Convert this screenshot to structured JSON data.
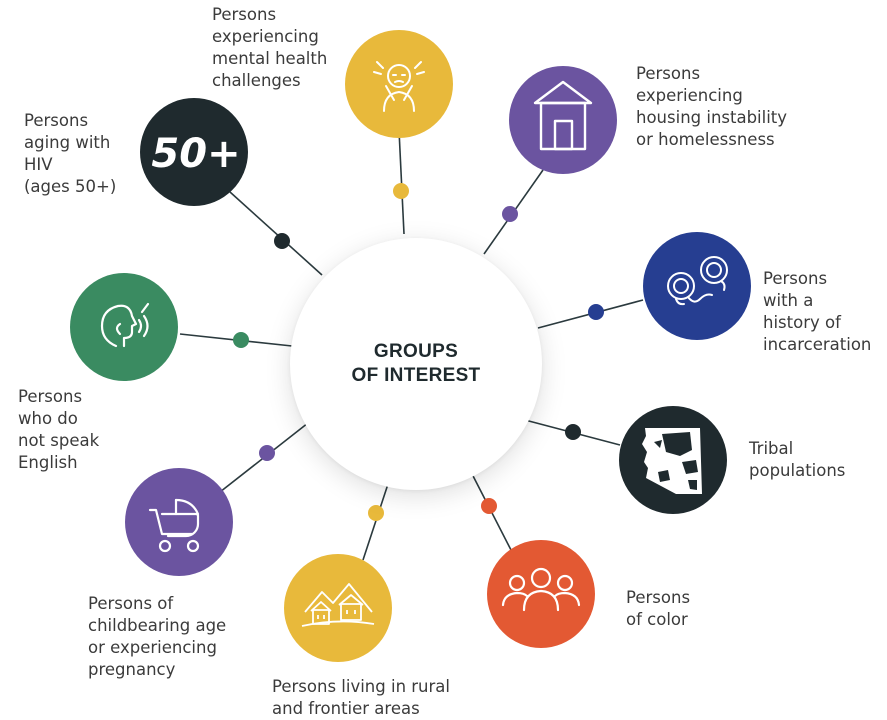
{
  "hub": {
    "lines": [
      "GROUPS",
      "OF INTEREST"
    ]
  },
  "groups": [
    {
      "id": "aging",
      "lines": [
        "Persons",
        "aging with",
        "HIV",
        "(ages 50+)"
      ],
      "icon": "50-plus-icon",
      "icon_text": "50+",
      "color": "#1f2a2e"
    },
    {
      "id": "mental",
      "lines": [
        "Persons",
        "experiencing",
        "mental health",
        "challenges"
      ],
      "icon": "stressed-person-icon",
      "color": "#e8b93b"
    },
    {
      "id": "housing",
      "lines": [
        "Persons",
        "experiencing",
        "housing instability",
        "or homelessness"
      ],
      "icon": "house-icon",
      "color": "#6b54a0"
    },
    {
      "id": "incarceration",
      "lines": [
        "Persons",
        "with a",
        "history of",
        "incarceration"
      ],
      "icon": "handcuffs-icon",
      "color": "#263e91"
    },
    {
      "id": "tribal",
      "lines": [
        "Tribal",
        "populations"
      ],
      "icon": "tribal-map-icon",
      "color": "#1f2a2e"
    },
    {
      "id": "color",
      "lines": [
        "Persons",
        "of color"
      ],
      "icon": "people-group-icon",
      "color": "#e35933"
    },
    {
      "id": "rural",
      "lines": [
        "Persons living in rural",
        "and frontier areas"
      ],
      "icon": "rural-landscape-icon",
      "color": "#e8b93b"
    },
    {
      "id": "pregnancy",
      "lines": [
        "Persons of",
        "childbearing age",
        "or experiencing",
        "pregnancy"
      ],
      "icon": "baby-stroller-icon",
      "color": "#6b54a0"
    },
    {
      "id": "language",
      "lines": [
        "Persons",
        "who do",
        "not speak",
        "English"
      ],
      "icon": "speaking-head-icon",
      "color": "#3a8b61"
    }
  ]
}
